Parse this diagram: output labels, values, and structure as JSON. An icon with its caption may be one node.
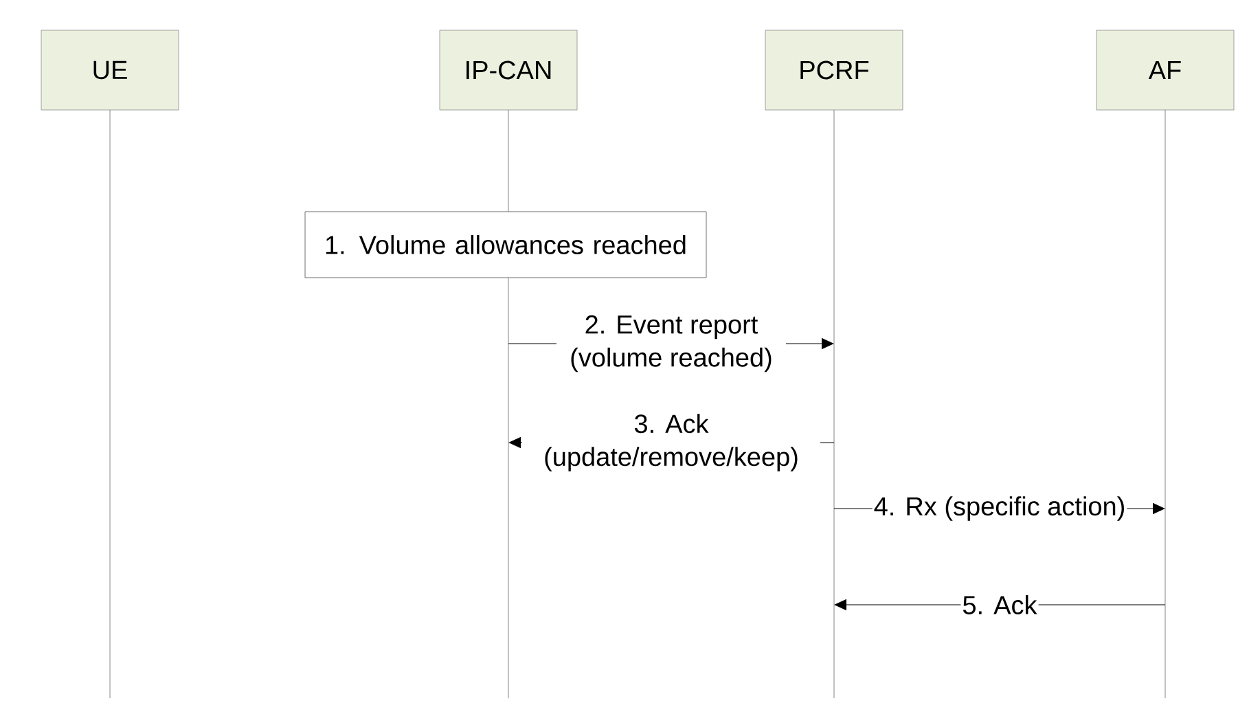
{
  "diagram": {
    "nodes": [
      {
        "text": [
          "UE"
        ]
      },
      {
        "text": [
          "IP-CAN"
        ]
      },
      {
        "text": [
          "PCRF"
        ]
      },
      {
        "text": [
          "AF"
        ]
      },
      {
        "text": [
          "1. Volume allowances reached"
        ]
      }
    ],
    "edges": [
      {
        "from": 1,
        "to": 2,
        "arrow": "to",
        "label": "2. Event report (volume reached)"
      },
      {
        "from": 2,
        "to": 1,
        "arrow": "to",
        "label": "3. Ack (update/remove/keep)"
      },
      {
        "from": 2,
        "to": 3,
        "arrow": "to",
        "label": "4. Rx (specific action)"
      },
      {
        "from": 3,
        "to": 2,
        "arrow": "to",
        "label": "5. Ack"
      }
    ]
  }
}
